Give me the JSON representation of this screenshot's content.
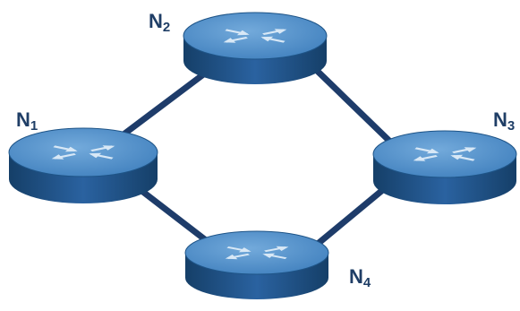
{
  "diagram": {
    "nodes": [
      {
        "id": "n1",
        "label": "N",
        "subscript": "1",
        "icon": "router-icon"
      },
      {
        "id": "n2",
        "label": "N",
        "subscript": "2",
        "icon": "router-icon"
      },
      {
        "id": "n3",
        "label": "N",
        "subscript": "3",
        "icon": "router-icon"
      },
      {
        "id": "n4",
        "label": "N",
        "subscript": "4",
        "icon": "router-icon"
      }
    ],
    "links": [
      {
        "from": "n1",
        "to": "n2"
      },
      {
        "from": "n2",
        "to": "n3"
      },
      {
        "from": "n3",
        "to": "n4"
      },
      {
        "from": "n4",
        "to": "n1"
      }
    ]
  },
  "colors": {
    "router_top": "#4a8cc6",
    "router_top_light": "#6fa8d8",
    "router_side": "#1e5487",
    "router_side_dark": "#153f68",
    "link": "#1e3c6a",
    "arrow": "#d8e8f6",
    "label": "#1f3e66"
  }
}
